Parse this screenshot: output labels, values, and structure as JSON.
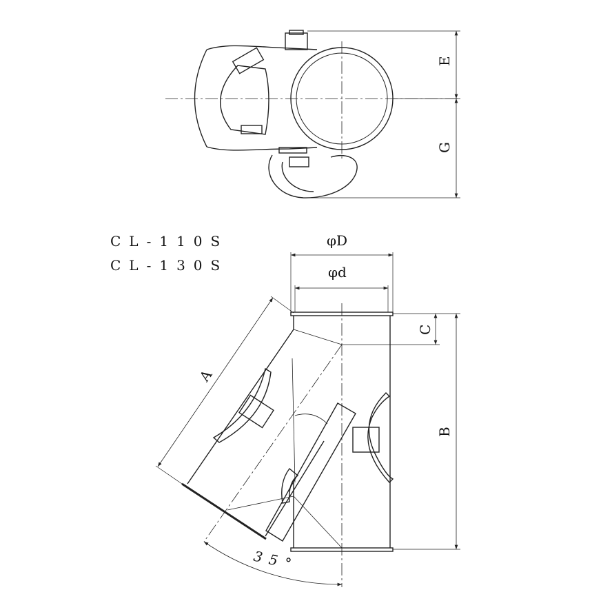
{
  "models": [
    "CL-110S",
    "CL-130S"
  ],
  "dimensions": {
    "outer_diameter": "φD",
    "inner_diameter": "φd",
    "A": "A",
    "B": "B",
    "C": "C",
    "E": "E",
    "G": "G"
  },
  "angle": "35°"
}
